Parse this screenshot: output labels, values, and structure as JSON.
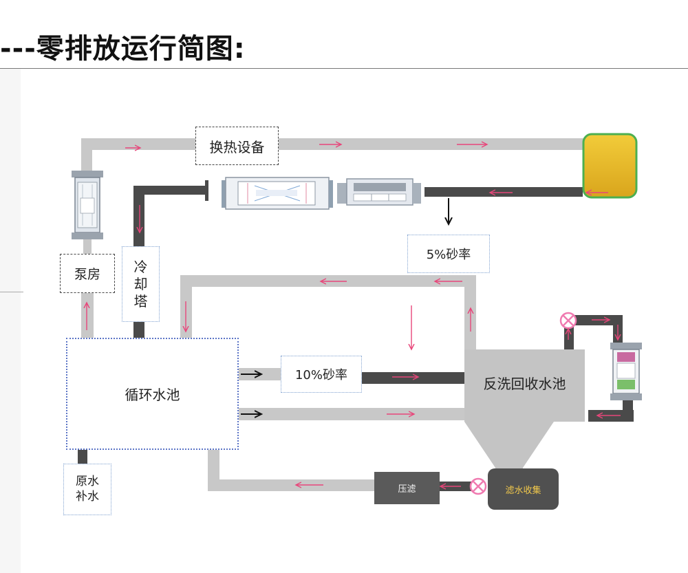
{
  "title": "---零排放运行简图:",
  "labels": {
    "heat_exchanger": "换热设备",
    "pump_house": "泵房",
    "cooling_tower_1": "冷",
    "cooling_tower_2": "却",
    "cooling_tower_3": "塔",
    "circulating_pool": "循环水池",
    "sand_10": "10%砂率",
    "sand_5": "5%砂率",
    "backwash_pool": "反洗回收水池",
    "raw_water_1": "原水",
    "raw_water_2": "补水",
    "filter_press": "压滤",
    "sludge_collection": "滤水收集"
  },
  "colors": {
    "pipe_light": "#c8c8c8",
    "pipe_dark": "#4a4a4a",
    "arrow_pink": "#e8467a",
    "arrow_black": "#111111",
    "tank_yellow": "#e8b828",
    "tank_border": "#4caf50",
    "valve_pink": "#f07ab0",
    "backwash_gray": "#c4c4c4",
    "box_blue": "#5b74c6"
  },
  "icons": [
    "filter-unit-icon",
    "separator-unit-icon",
    "valve-icon",
    "storage-tank-icon"
  ]
}
